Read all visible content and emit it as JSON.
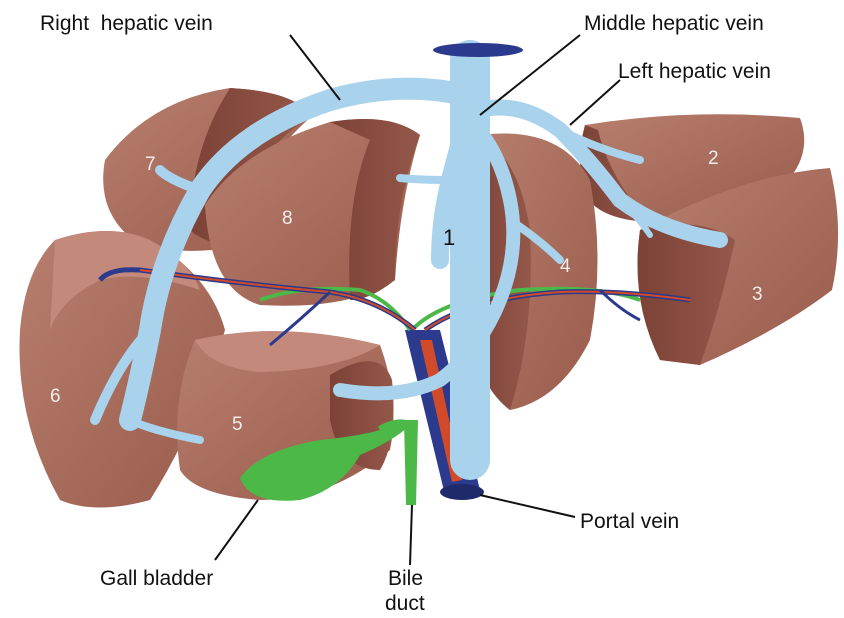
{
  "labels": {
    "right_hepatic_vein": "Right  hepatic vein",
    "middle_hepatic_vein": "Middle hepatic vein",
    "left_hepatic_vein": "Left hepatic vein",
    "portal_vein": "Portal vein",
    "gall_bladder": "Gall bladder",
    "bile_duct_line1": "Bile",
    "bile_duct_line2": "duct"
  },
  "segments": [
    "1",
    "2",
    "3",
    "4",
    "5",
    "6",
    "7",
    "8"
  ],
  "colors": {
    "liver": "#a86a5a",
    "liver_cut": "#8a4e42",
    "vein": "#a9d3ec",
    "portal": "#2b3a8c",
    "artery": "#d14a2a",
    "bile": "#4cb848"
  }
}
